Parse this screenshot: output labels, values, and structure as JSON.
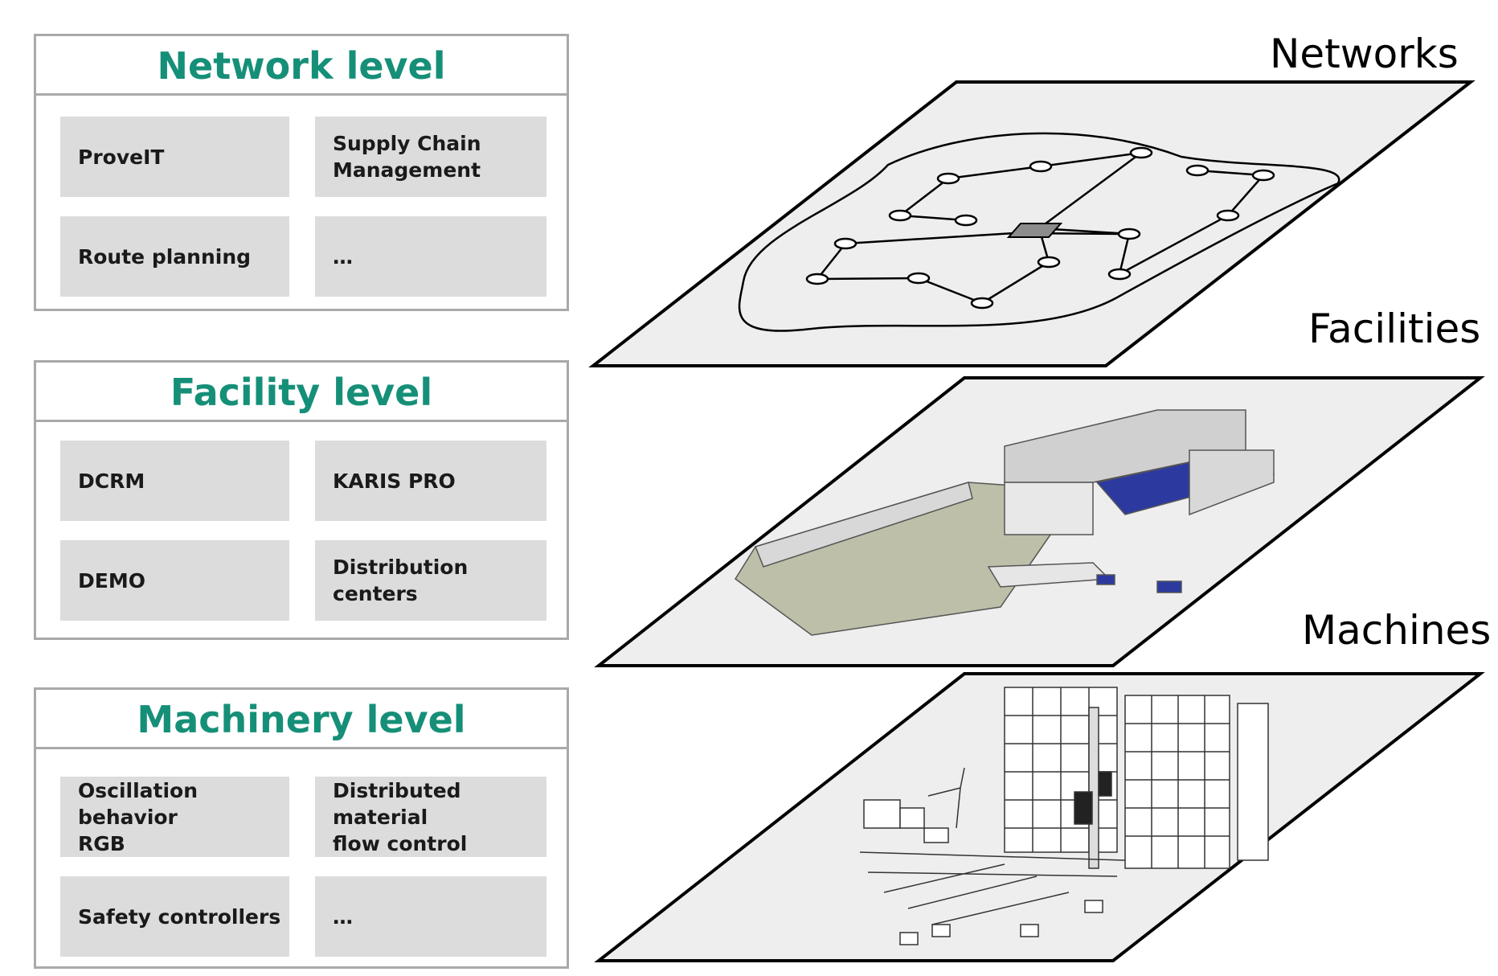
{
  "levels": [
    {
      "title": "Network level",
      "items": [
        "ProveIT",
        "Supply Chain\nManagement",
        "Route planning",
        "…"
      ]
    },
    {
      "title": "Facility level",
      "items": [
        "DCRM",
        "KARIS PRO",
        "DEMO",
        "Distribution centers"
      ]
    },
    {
      "title": "Machinery level",
      "items": [
        "Oscillation behavior\nRGB",
        "Distributed material\nflow control",
        "Safety controllers",
        "…"
      ]
    }
  ],
  "layers": {
    "networks": "Networks",
    "facilities": "Facilities",
    "machines": "Machines"
  },
  "colors": {
    "title": "#168f78",
    "cell": "#dcdcdc",
    "border": "#a9a9a9",
    "plane": "#eeeeee"
  }
}
